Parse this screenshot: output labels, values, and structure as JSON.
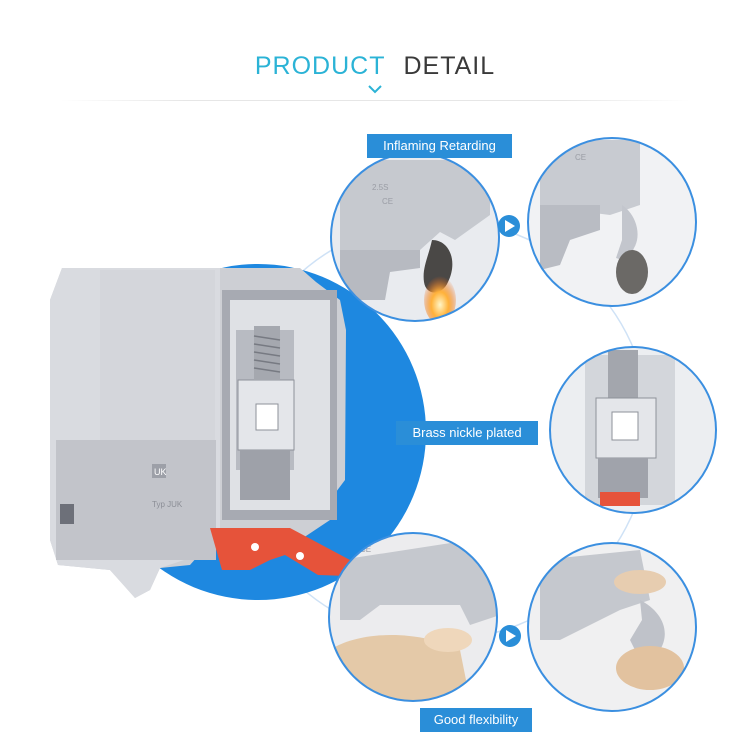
{
  "header": {
    "title_word1": "PRODUCT",
    "title_word2": "DETAIL"
  },
  "labels": {
    "flame": "Inflaming Retarding",
    "brass": "Brass nickle plated",
    "flex": "Good flexibility"
  },
  "product_marks": {
    "brand": "UK",
    "type_text": "Typ JUK",
    "ce": "CE",
    "size": "2.5S"
  },
  "icons": {
    "arrow": "play-arrow-icon",
    "chevron": "chevron-down-icon"
  },
  "colors": {
    "accent_blue": "#2bb3d6",
    "badge_blue": "#2a8ed8",
    "circle_border": "#3b8fe0",
    "terminal_gray": "#c7c9cf",
    "lever_orange": "#e6533a"
  }
}
